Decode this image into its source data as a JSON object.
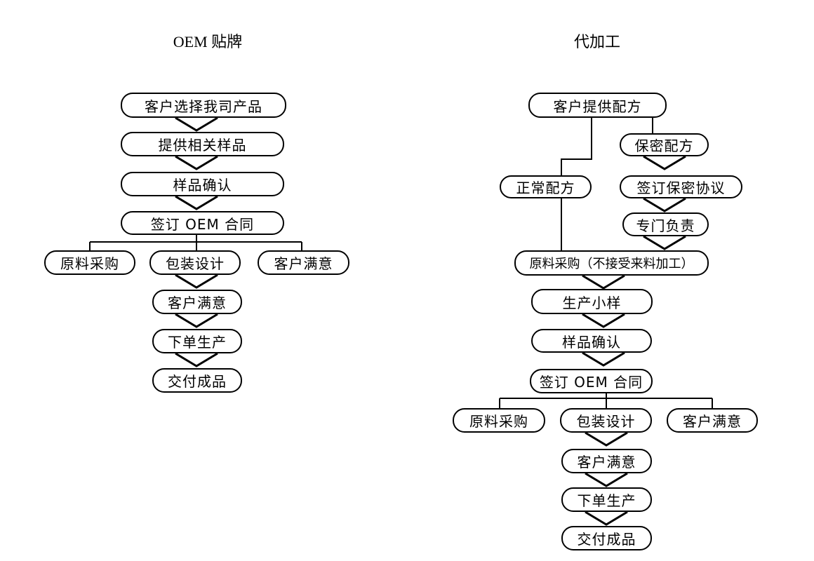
{
  "colors": {
    "line": "#000000",
    "background": "#ffffff",
    "text": "#000000"
  },
  "diagram": {
    "left": {
      "title": "OEM 贴牌",
      "nodes": {
        "select_product": "客户选择我司产品",
        "provide_samples": "提供相关样品",
        "sample_confirm": "样品确认",
        "sign_oem": "签订 OEM 合同",
        "material_purchase": "原料采购",
        "package_design": "包装设计",
        "customer_satisfied_branch": "客户满意",
        "customer_satisfied": "客户满意",
        "order_production": "下单生产",
        "deliver_product": "交付成品"
      }
    },
    "right": {
      "title": "代加工",
      "nodes": {
        "provide_formula": "客户提供配方",
        "secret_formula": "保密配方",
        "normal_formula": "正常配方",
        "sign_nda": "签订保密协议",
        "dedicated_responsible": "专门负责",
        "material_purchase_note": "原料采购（不接受来料加工）",
        "produce_sample": "生产小样",
        "sample_confirm": "样品确认",
        "sign_oem": "签订 OEM 合同",
        "material_purchase": "原料采购",
        "package_design": "包装设计",
        "customer_satisfied_branch": "客户满意",
        "customer_satisfied": "客户满意",
        "order_production": "下单生产",
        "deliver_product": "交付成品"
      }
    }
  }
}
